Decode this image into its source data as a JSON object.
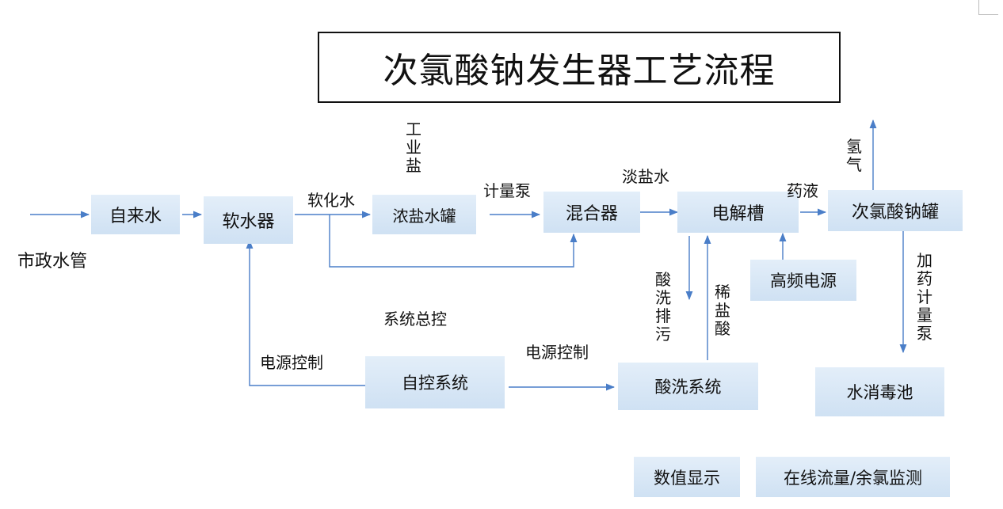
{
  "title": "次氯酸钠发生器工艺流程",
  "nodes": {
    "tap_water": "自来水",
    "softener": "软水器",
    "brine_tank": "浓盐水罐",
    "mixer": "混合器",
    "electrolyzer": "电解槽",
    "hypo_tank": "次氯酸钠罐",
    "hf_power": "高频电源",
    "auto_control": "自控系统",
    "acid_wash": "酸洗系统",
    "disinfection_pool": "水消毒池",
    "display": "数值显示",
    "online_monitor": "在线流量/余氯监测"
  },
  "labels": {
    "municipal_pipe": "市政水管",
    "soft_water": "软化水",
    "industrial_salt": "工业盐",
    "metering_pump": "计量泵",
    "dilute_brine": "淡盐水",
    "solution": "药液",
    "hydrogen": "氢气",
    "dosing_pump": "加药计量泵",
    "acid_discharge": "酸洗排污",
    "dilute_hcl": "稀盐酸",
    "system_control": "系统总控",
    "power_control_left": "电源控制",
    "power_control_mid": "电源控制"
  },
  "colors": {
    "arrow": "#4a7ec8",
    "box_top": "#e3eef9",
    "box_bottom": "#cfe1f3"
  }
}
